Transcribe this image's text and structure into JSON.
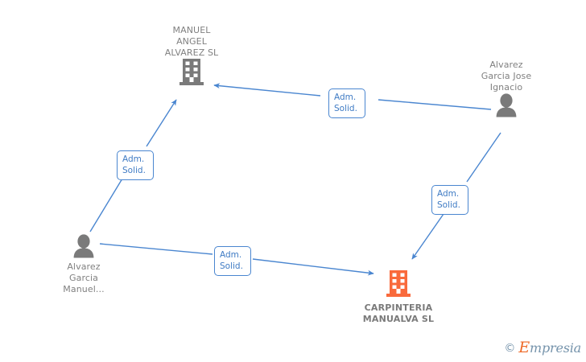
{
  "diagram": {
    "title": "Company relationship network",
    "background_color": "#ffffff",
    "edge_color": "#4a86d0",
    "person_icon_color": "#7a7a7a",
    "company_icon_color": "#7a7a7a",
    "highlight_company_icon_color": "#f96a3c",
    "label_text_color": "#808080",
    "edge_label_text_color": "#3f7bc4"
  },
  "nodes": [
    {
      "id": "manuel-angel-alvarez-sl",
      "type": "company",
      "icon": "building-icon",
      "icon_color": "#7a7a7a",
      "label": "MANUEL\nANGEL\nALVAREZ SL",
      "label_position": "above"
    },
    {
      "id": "alvarez-garcia-jose-ignacio",
      "type": "person",
      "icon": "person-icon",
      "icon_color": "#7a7a7a",
      "label": "Alvarez\nGarcia Jose\nIgnacio",
      "label_position": "above"
    },
    {
      "id": "alvarez-garcia-manuel",
      "type": "person",
      "icon": "person-icon",
      "icon_color": "#7a7a7a",
      "label": "Alvarez\nGarcia\nManuel...",
      "label_position": "below"
    },
    {
      "id": "carpinteria-manualva-sl",
      "type": "company",
      "icon": "building-icon",
      "icon_color": "#f96a3c",
      "label": "CARPINTERIA\nMANUALVA SL",
      "label_position": "below"
    }
  ],
  "edges": [
    {
      "id": "edge-jose-ignacio-to-manuel-angel",
      "from": "alvarez-garcia-jose-ignacio",
      "to": "manuel-angel-alvarez-sl",
      "label": "Adm.\nSolid."
    },
    {
      "id": "edge-manuel-to-manuel-angel",
      "from": "alvarez-garcia-manuel",
      "to": "manuel-angel-alvarez-sl",
      "label": "Adm.\nSolid."
    },
    {
      "id": "edge-jose-ignacio-to-carpinteria",
      "from": "alvarez-garcia-jose-ignacio",
      "to": "carpinteria-manualva-sl",
      "label": "Adm.\nSolid."
    },
    {
      "id": "edge-manuel-to-carpinteria",
      "from": "alvarez-garcia-manuel",
      "to": "carpinteria-manualva-sl",
      "label": "Adm.\nSolid."
    }
  ],
  "watermark": {
    "copyright": "©",
    "brand_initial": "E",
    "brand_rest": "mpresia"
  }
}
